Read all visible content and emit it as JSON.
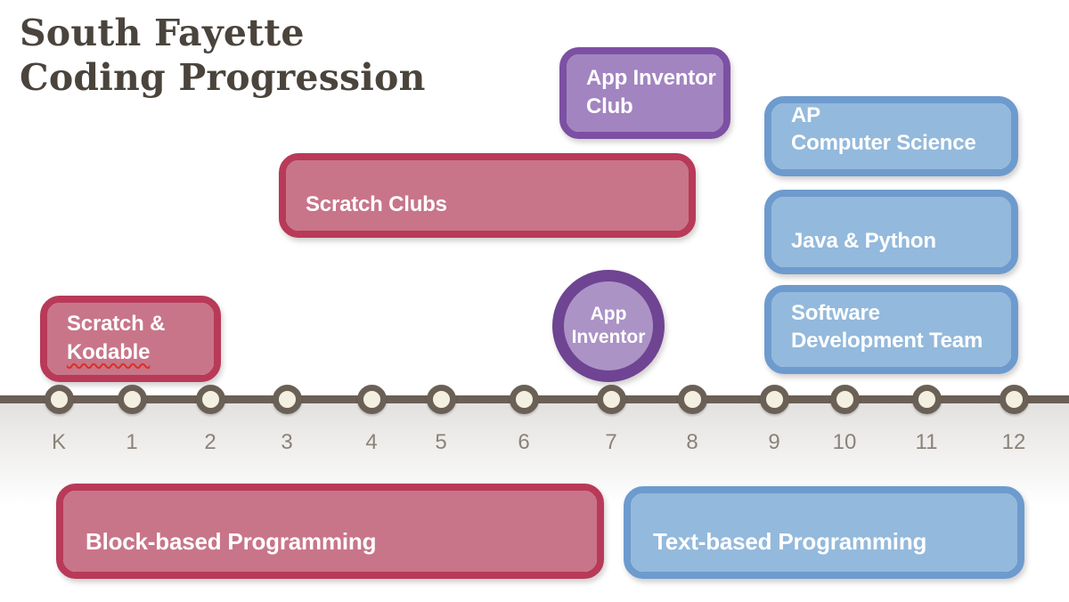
{
  "title": {
    "line1": "South Fayette",
    "line2": "Coding Progression"
  },
  "boxes": {
    "scratch_kodable": {
      "line1": "Scratch &",
      "line2": "Kodable"
    },
    "scratch_clubs": {
      "line1": "Scratch Clubs"
    },
    "app_inventor_club": {
      "line1": "App Inventor",
      "line2": "Club"
    },
    "ap_computer_science": {
      "line1": "AP",
      "line2": "Computer Science"
    },
    "java_python": {
      "line1": "Java & Python"
    },
    "software_development_team": {
      "line1": "Software",
      "line2": "Development Team"
    },
    "app_inventor_badge": {
      "line1": "App",
      "line2": "Inventor"
    },
    "block_based_programming": {
      "line1": "Block-based Programming"
    },
    "text_based_programming": {
      "line1": "Text-based Programming"
    }
  },
  "timeline": {
    "grades": [
      "K",
      "1",
      "2",
      "3",
      "4",
      "5",
      "6",
      "7",
      "8",
      "9",
      "10",
      "11",
      "12"
    ]
  },
  "colors": {
    "red_border": "#b83a58",
    "red_fill": "#c87589",
    "blue_border": "#6d9bce",
    "blue_fill": "#93b9dc",
    "purple_border": "#7c50a2",
    "purple_fill": "#a284c0",
    "circle_ring": "#6f4492",
    "circle_fill": "#ab93c6",
    "timeline_line": "#6b6055",
    "node_inner": "#f3f0e1",
    "grade_label_text": "#8b8277",
    "title_text": "#4a443c",
    "box_text": "#ffffff"
  }
}
